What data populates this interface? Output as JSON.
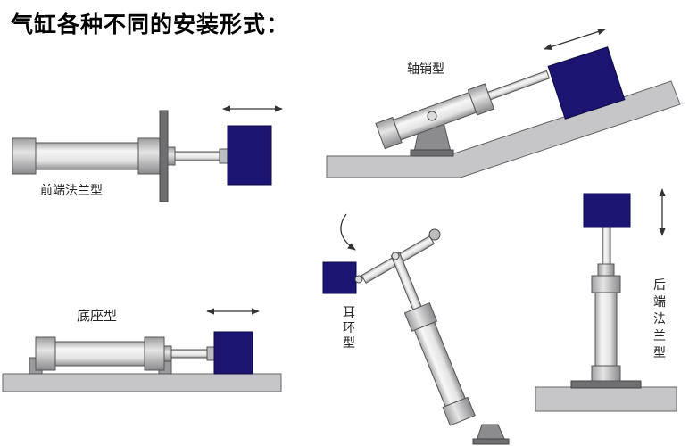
{
  "title": "气缸各种不同的安装形式：",
  "labels": {
    "front_flange": "前端法兰型",
    "pin_axle": "轴销型",
    "base_seat": "底座型",
    "ear_ring": [
      "耳",
      "环",
      "型"
    ],
    "rear_flange": [
      "后",
      "端",
      "法",
      "兰",
      "型"
    ]
  },
  "colors": {
    "load_block": "#1b1470",
    "cylinder_body": "#e9e9ea",
    "support_surface": "#c6c6c8",
    "outline": "#555555"
  }
}
